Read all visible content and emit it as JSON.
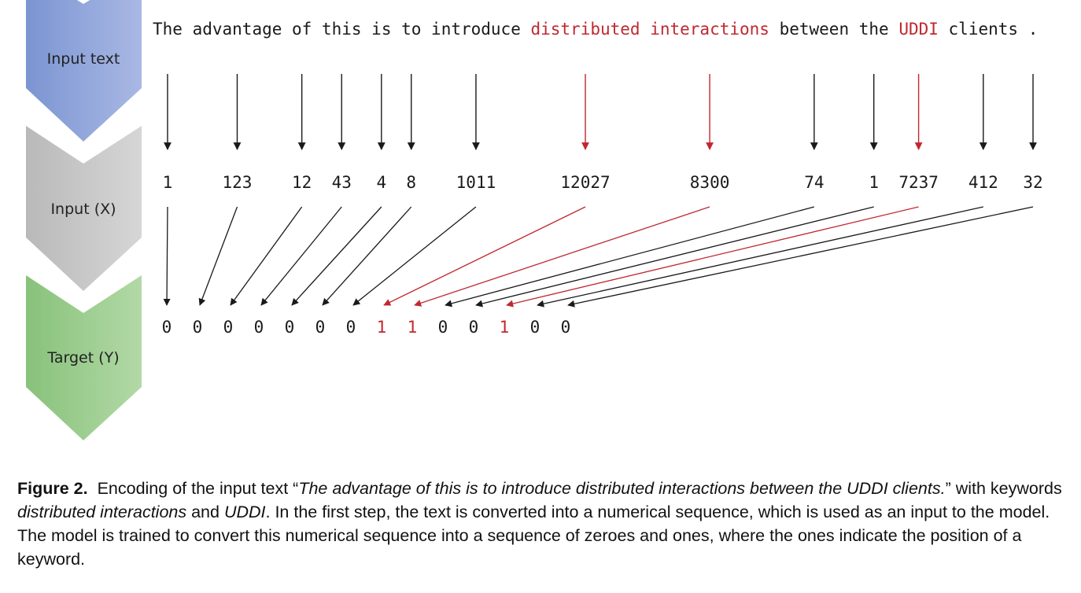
{
  "stages": [
    {
      "label": "Input text",
      "color_from": "#7b95d2",
      "color_to": "#a9b8e4"
    },
    {
      "label": "Input (X)",
      "color_from": "#b9b9b9",
      "color_to": "#d6d6d6"
    },
    {
      "label": "Target (Y)",
      "color_from": "#88c27b",
      "color_to": "#b2d9a6"
    }
  ],
  "tokens": [
    {
      "text": "The",
      "keyword": false
    },
    {
      "text": "advantage",
      "keyword": false
    },
    {
      "text": "of",
      "keyword": false
    },
    {
      "text": "this",
      "keyword": false
    },
    {
      "text": "is",
      "keyword": false
    },
    {
      "text": "to",
      "keyword": false
    },
    {
      "text": "introduce",
      "keyword": false
    },
    {
      "text": "distributed",
      "keyword": true
    },
    {
      "text": "interactions",
      "keyword": true
    },
    {
      "text": "between",
      "keyword": false
    },
    {
      "text": "the",
      "keyword": false
    },
    {
      "text": "UDDI",
      "keyword": true
    },
    {
      "text": "clients",
      "keyword": false
    },
    {
      "text": ".",
      "keyword": false
    }
  ],
  "input_ids": [
    "1",
    "123",
    "12",
    "43",
    "4",
    "8",
    "1011",
    "12027",
    "8300",
    "74",
    "1",
    "7237",
    "412",
    "32"
  ],
  "targets": [
    "0",
    "0",
    "0",
    "0",
    "0",
    "0",
    "0",
    "1",
    "1",
    "0",
    "0",
    "1",
    "0",
    "0"
  ],
  "colors": {
    "keyword": "#c0282f",
    "normal": "#1a1a1a"
  },
  "caption": {
    "figure_label": "Figure 2.",
    "part1": "Encoding of the input text “",
    "quote": "The advantage of this is to introduce distributed interactions between the UDDI clients.",
    "part2": "” with keywords ",
    "kw1": "distributed interactions",
    "part3": " and ",
    "kw2": "UDDI",
    "part4": ". In the first step, the text is converted into a numerical sequence, which is used as an input to the model. The model is trained to convert this numerical sequence into a sequence of zeroes and ones, where the ones indicate the position of a keyword."
  }
}
